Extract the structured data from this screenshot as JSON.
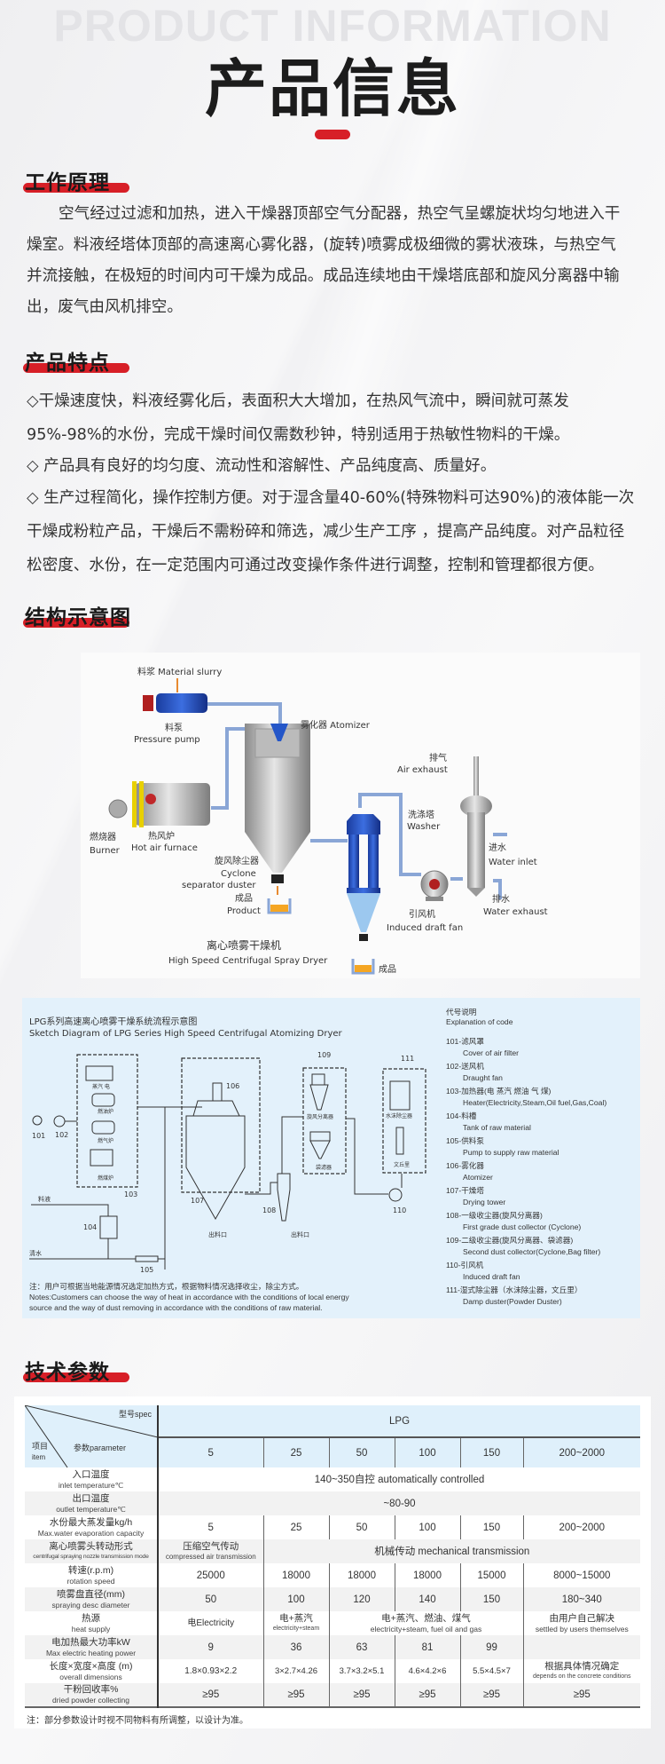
{
  "header": {
    "bg_text": "PRODUCT INFORMATION",
    "title": "产品信息"
  },
  "principle": {
    "heading": "工作原理",
    "lines": [
      "空气经过过滤和加热，进入干燥器顶部空气分配器，热空气呈螺旋状均匀地进入干",
      "燥室。料液经塔体顶部的高速离心雾化器，(旋转)喷雾成极细微的雾状液珠，与热空气",
      "并流接触，在极短的时间内可干燥为成品。成品连续地由干燥塔底部和旋风分离器中输",
      "出，废气由风机排空。"
    ]
  },
  "features": {
    "heading": "产品特点",
    "lines": [
      "◇干燥速度快，料液经雾化后，表面积大大增加，在热风气流中，瞬间就可蒸发",
      "95%-98%的水份，完成干燥时间仅需数秒钟，特别适用于热敏性物料的干燥。",
      "◇ 产品具有良好的均匀度、流动性和溶解性、产品纯度高、质量好。",
      "◇ 生产过程简化，操作控制方便。对于湿含量40-60%(特殊物料可达90%)的液体能一次",
      "干燥成粉粒产品，干燥后不需粉碎和筛选，减少生产工序 ，提高产品纯度。对产品粒径",
      "松密度、水份，在一定范围内可通过改变操作条件进行调整，控制和管理都很方便。"
    ]
  },
  "structure": {
    "heading": "结构示意图",
    "diagram1": {
      "slurry": "料浆 Material slurry",
      "pump_cn": "料泵",
      "pump_en": "Pressure pump",
      "atomizer": "雾化器 Atomizer",
      "burner_cn": "燃烧器",
      "burner_en": "Burner",
      "furnace_cn": "热风炉",
      "furnace_en": "Hot air furnace",
      "cyclone_cn": "旋风除尘器",
      "cyclone_en1": "Cyclone",
      "cyclone_en2": "separator duster",
      "product_cn": "成品",
      "product_en": "Product",
      "title_cn": "离心喷雾干燥机",
      "title_en": "High Speed Centrifugal Spray Dryer",
      "product2": "成品",
      "washer_cn": "洗涤塔",
      "washer_en": "Washer",
      "fan_cn": "引风机",
      "fan_en": "Induced draft fan",
      "exhaust_cn": "排气",
      "exhaust_en": "Air exhaust",
      "inlet_cn": "进水",
      "inlet_en": "Water inlet",
      "wexhaust_cn": "排水",
      "wexhaust_en": "Water exhaust"
    },
    "diagram2": {
      "title_cn": "LPG系列高速离心喷雾干燥系统流程示意图",
      "title_en": "Sketch Diagram of LPG Series High Speed Centrifugal Atomizing Dryer",
      "labels": {
        "c101": "101",
        "c102": "102",
        "c103": "103",
        "c104": "104",
        "c105": "105",
        "c106": "106",
        "c107": "107",
        "c108": "108",
        "c109": "109",
        "c110": "110",
        "c111": "111",
        "steam_elec": "蒸汽 电",
        "oil_furnace": "燃油炉",
        "gas_furnace": "燃气炉",
        "coal_furnace": "燃煤炉",
        "liquid": "料液",
        "water": "清水",
        "outlet1": "出料口",
        "outlet2": "出料口",
        "cyclone": "旋风分离器",
        "bag": "袋滤器",
        "damp": "水沫除尘器",
        "venturi": "文丘里"
      },
      "legend_title_cn": "代号说明",
      "legend_title_en": "Explanation of code",
      "legend": [
        {
          "code": "101-滤风罩",
          "desc": "Cover of air filter"
        },
        {
          "code": "102-送风机",
          "desc": "Draught fan"
        },
        {
          "code": "103-加热器(电 蒸汽 燃油 气 煤)",
          "desc": "Heater(Electricity,Steam,Oil fuel,Gas,Coal)"
        },
        {
          "code": "104-料槽",
          "desc": "Tank of raw material"
        },
        {
          "code": "105-供料泵",
          "desc": "Pump to supply raw material"
        },
        {
          "code": "106-雾化器",
          "desc": "Atomizer"
        },
        {
          "code": "107-干燥塔",
          "desc": "Drying tower"
        },
        {
          "code": "108-一级收尘器(旋风分离器)",
          "desc": "First grade dust collector (Cyclone)"
        },
        {
          "code": "109-二级收尘器(旋风分离器、袋滤器)",
          "desc": "Second dust collector(Cyclone,Bag filter)"
        },
        {
          "code": "110-引风机",
          "desc": "Induced draft fan"
        },
        {
          "code": "111-湿式除尘器（水沫除尘器，文丘里）",
          "desc": "Damp duster(Powder Duster)"
        }
      ],
      "note_cn": "注：用户可根据当地能源情况选定加热方式，根据物料情况选择收尘，除尘方式。",
      "note_en1": "Notes:Customers can choose the way of heat in accordance with the conditions of local energy",
      "note_en2": "source and the way of dust removing in accordance with the conditions of raw material."
    }
  },
  "specs": {
    "heading": "技术参数",
    "corner": {
      "spec": "型号spec",
      "param": "参数parameter",
      "item_cn": "项目",
      "item_en": "item"
    },
    "model": "LPG",
    "models": [
      "5",
      "25",
      "50",
      "100",
      "150",
      "200~2000"
    ],
    "rows": [
      {
        "cn": "入口温度",
        "en": "inlet temperature℃",
        "span": "140~350自控 automatically controlled"
      },
      {
        "cn": "出口温度",
        "en": "outlet temperature℃",
        "span": "~80-90"
      },
      {
        "cn": "水份最大蒸发量kg/h",
        "en": "Max.water evaporation capacity",
        "vals": [
          "5",
          "25",
          "50",
          "100",
          "150",
          "200~2000"
        ]
      },
      {
        "cn": "离心喷雾头转动形式",
        "en": "centrifugal spraying nozzle transmission mode",
        "v1_cn": "压缩空气传动",
        "v1_en": "compressed air transmission",
        "span": "机械传动 mechanical transmission"
      },
      {
        "cn": "转速(r.p.m)",
        "en": "rotation speed",
        "vals": [
          "25000",
          "18000",
          "18000",
          "18000",
          "15000",
          "8000~15000"
        ]
      },
      {
        "cn": "喷雾盘直径(mm)",
        "en": "spraying desc diameter",
        "vals": [
          "50",
          "100",
          "120",
          "140",
          "150",
          "180~340"
        ]
      },
      {
        "cn": "热源",
        "en": "heat supply",
        "v1": "电Electricity",
        "v2_cn": "电+蒸汽",
        "v2_en": "electricity+steam",
        "v3_cn": "电+蒸汽、燃油、煤气",
        "v3_en": "electricity+steam, fuel oil and gas",
        "v4_cn": "由用户自己解决",
        "v4_en": "settled by users themselves"
      },
      {
        "cn": "电加热最大功率kW",
        "en": "Max electric heating power",
        "vals": [
          "9",
          "36",
          "63",
          "81",
          "99",
          ""
        ]
      },
      {
        "cn": "长度×宽度×高度 (m)",
        "en": "overall dimensions",
        "vals": [
          "1.8×0.93×2.2",
          "3×2.7×4.26",
          "3.7×3.2×5.1",
          "4.6×4.2×6",
          "5.5×4.5×7"
        ],
        "v6_cn": "根据具体情况确定",
        "v6_en": "depends on the concrete conditions"
      },
      {
        "cn": "干粉回收率%",
        "en": "dried powder collecting",
        "vals": [
          "≥95",
          "≥95",
          "≥95",
          "≥95",
          "≥95",
          "≥95"
        ]
      }
    ],
    "note": "注：部分参数设计时视不同物料有所调整，以设计为准。"
  },
  "colors": {
    "accent": "#d71f27",
    "table_header": "#dff0fb",
    "diagram_bg": "#e3f1fb"
  }
}
